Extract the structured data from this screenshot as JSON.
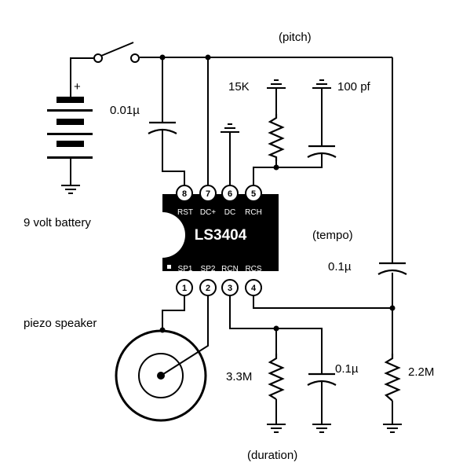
{
  "labels": {
    "pitch": "(pitch)",
    "r_pitch": "15K",
    "c_pitch": "100 pf",
    "c_reset": "0.01µ",
    "battery": "9 volt battery",
    "battery_plus": "+",
    "tempo": "(tempo)",
    "c_tempo": "0.1µ",
    "speaker": "piezo speaker",
    "r_duration": "3.3M",
    "c_duration": "0.1µ",
    "r_tempo": "2.2M",
    "duration": "(duration)"
  },
  "ic": {
    "name": "LS3404",
    "top_pins": [
      {
        "num": "8",
        "name": "RST"
      },
      {
        "num": "7",
        "name": "DC+"
      },
      {
        "num": "6",
        "name": "DC"
      },
      {
        "num": "5",
        "name": "RCH"
      }
    ],
    "bottom_pins": [
      {
        "num": "1",
        "name": "SP1"
      },
      {
        "num": "2",
        "name": "SP2"
      },
      {
        "num": "3",
        "name": "RCN"
      },
      {
        "num": "4",
        "name": "RCS"
      }
    ]
  }
}
